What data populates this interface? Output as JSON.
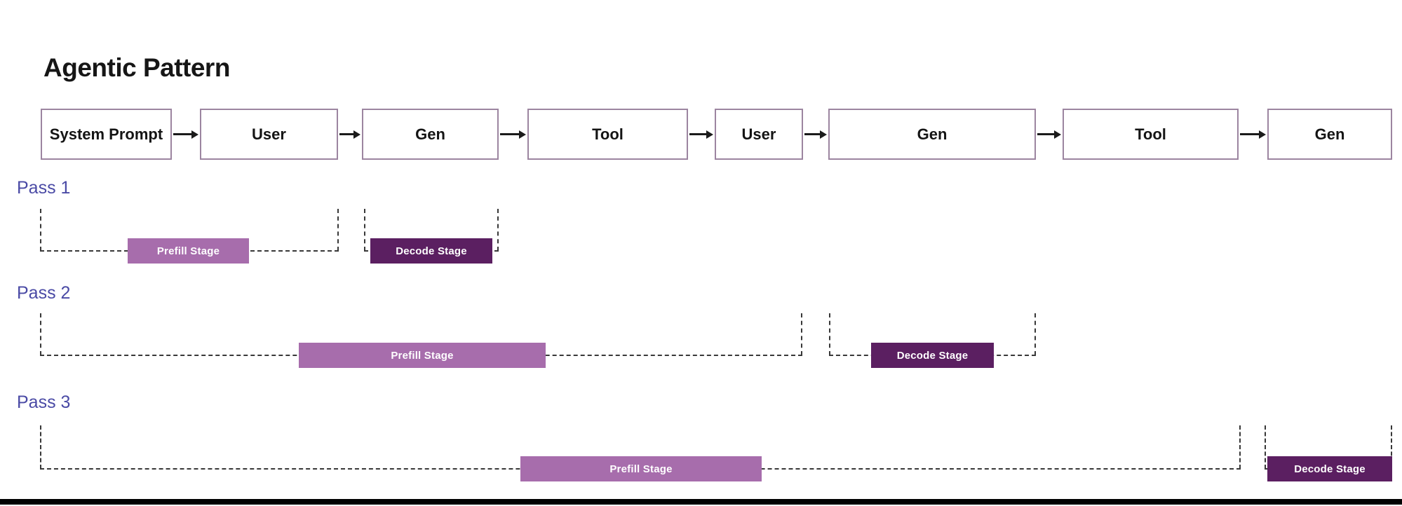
{
  "title": "Agentic Pattern",
  "flow": {
    "boxes": [
      {
        "id": "system-prompt",
        "label": "System Prompt"
      },
      {
        "id": "user-1",
        "label": "User"
      },
      {
        "id": "gen-1",
        "label": "Gen"
      },
      {
        "id": "tool-1",
        "label": "Tool"
      },
      {
        "id": "user-2",
        "label": "User"
      },
      {
        "id": "gen-2",
        "label": "Gen"
      },
      {
        "id": "tool-2",
        "label": "Tool"
      },
      {
        "id": "gen-3",
        "label": "Gen"
      }
    ]
  },
  "passes": [
    {
      "label": "Pass 1",
      "prefill": {
        "label": "Prefill Stage",
        "covers_boxes": [
          0,
          1
        ]
      },
      "decode": {
        "label": "Decode Stage",
        "covers_boxes": [
          2
        ]
      }
    },
    {
      "label": "Pass 2",
      "prefill": {
        "label": "Prefill Stage",
        "covers_boxes": [
          0,
          1,
          2,
          3,
          4
        ]
      },
      "decode": {
        "label": "Decode Stage",
        "covers_boxes": [
          5
        ]
      }
    },
    {
      "label": "Pass 3",
      "prefill": {
        "label": "Prefill Stage",
        "covers_boxes": [
          0,
          1,
          2,
          3,
          4,
          5,
          6
        ]
      },
      "decode": {
        "label": "Decode Stage",
        "covers_boxes": [
          7
        ]
      }
    }
  ],
  "colors": {
    "background": "#ffffff",
    "title_text": "#161616",
    "box_text": "#141414",
    "box_border": "#9c85a0",
    "arrow": "#1b1b1b",
    "pass_label": "#4a4aa5",
    "dashed_line": "#383838",
    "prefill_bar": "#a76dac",
    "decode_bar": "#5b1f61",
    "bottom_bar": "#010101"
  }
}
